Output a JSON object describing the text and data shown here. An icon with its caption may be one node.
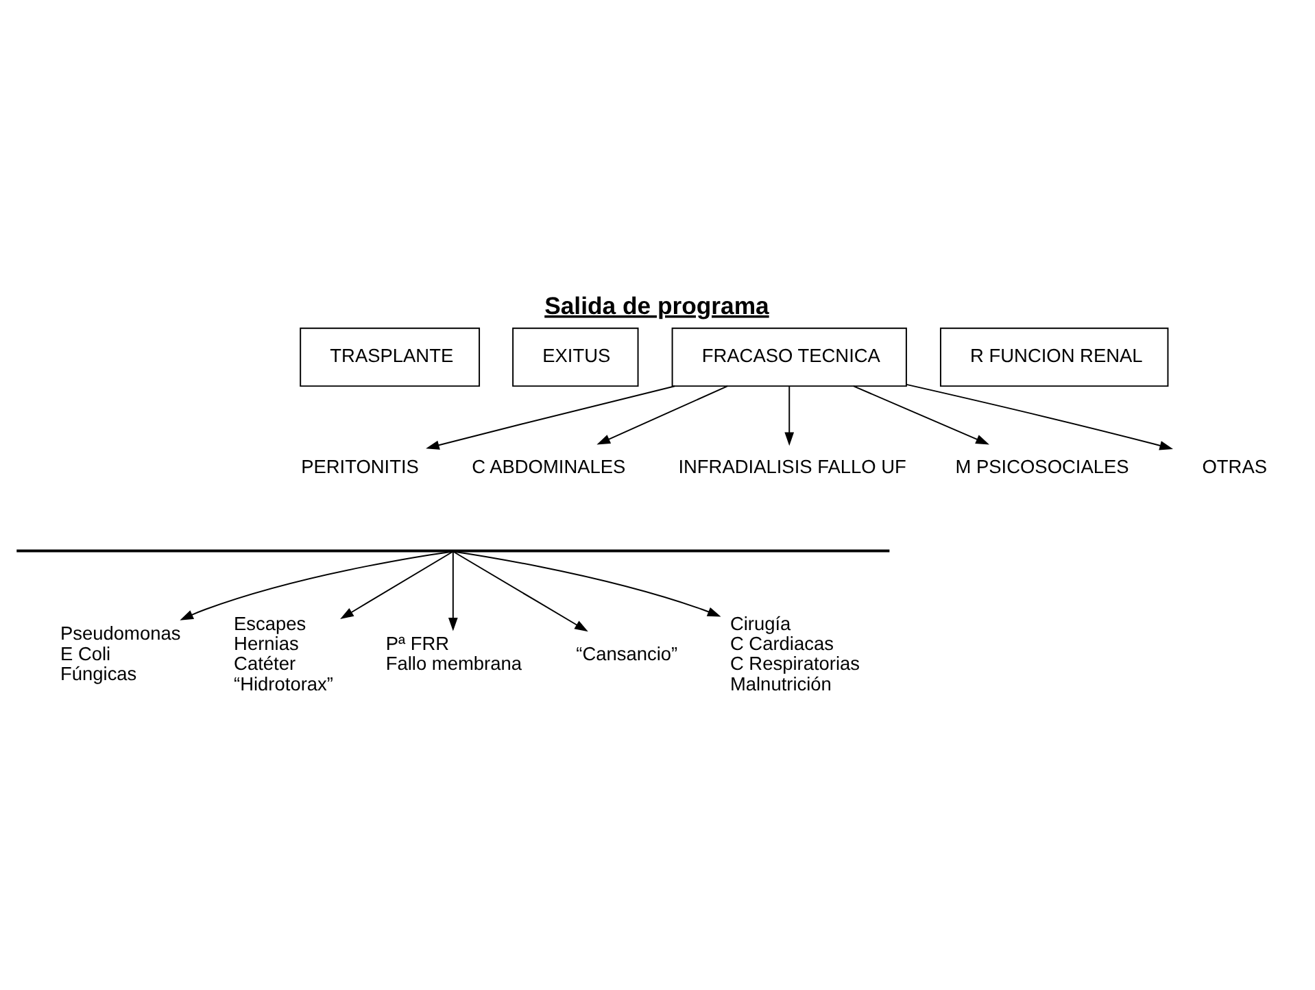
{
  "diagram": {
    "title": "Salida de programa",
    "nodes": [
      {
        "text": [
          "TRASPLANTE"
        ]
      },
      {
        "text": [
          "EXITUS"
        ]
      },
      {
        "text": [
          "FRACASO TECNICA"
        ]
      },
      {
        "text": [
          "R FUNCION RENAL"
        ]
      },
      {
        "text": [
          "PERITONITIS"
        ]
      },
      {
        "text": [
          "C ABDOMINALES"
        ]
      },
      {
        "text": [
          "INFRADIALISIS FALLO UF"
        ]
      },
      {
        "text": [
          "M PSICOSOCIALES"
        ]
      },
      {
        "text": [
          "OTRAS"
        ]
      },
      {
        "text": [],
        "shape": "bar"
      },
      {
        "text": [
          "Pseudomonas",
          "E Coli",
          "Fúngicas"
        ]
      },
      {
        "text": [
          "Escapes",
          "Hernias",
          "Catéter",
          "“Hidrotorax”"
        ]
      },
      {
        "text": [
          "Pª FRR",
          "Fallo membrana"
        ]
      },
      {
        "text": [
          "“Cansancio”"
        ]
      },
      {
        "text": [
          "Cirugía",
          "C Cardiacas",
          "C Respiratorias",
          "Malnutrición"
        ]
      }
    ],
    "edges": [
      {
        "from": 2,
        "to": 4,
        "arrow": "to"
      },
      {
        "from": 2,
        "to": 5,
        "arrow": "to"
      },
      {
        "from": 2,
        "to": 6,
        "arrow": "to"
      },
      {
        "from": 2,
        "to": 7,
        "arrow": "to"
      },
      {
        "from": 2,
        "to": 8,
        "arrow": "to"
      },
      {
        "from": 9,
        "to": 10,
        "arrow": "to"
      },
      {
        "from": 9,
        "to": 11,
        "arrow": "to"
      },
      {
        "from": 9,
        "to": 12,
        "arrow": "to"
      },
      {
        "from": 9,
        "to": 13,
        "arrow": "to"
      },
      {
        "from": 9,
        "to": 14,
        "arrow": "to"
      }
    ]
  }
}
